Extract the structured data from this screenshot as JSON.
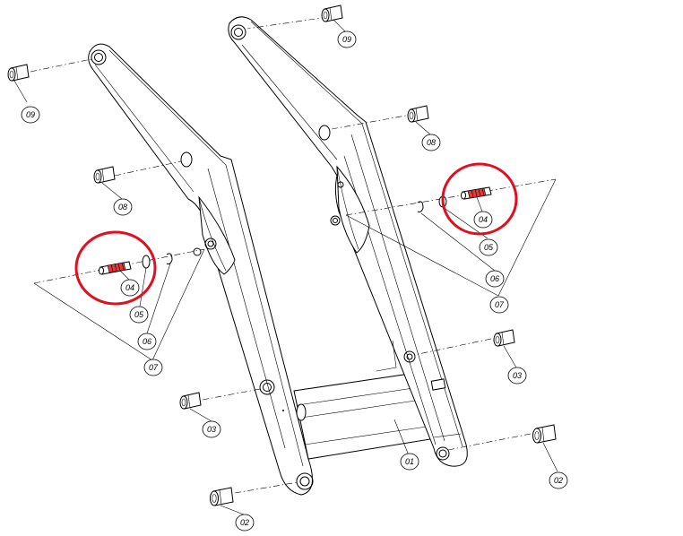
{
  "diagram": {
    "callouts": {
      "c01": "01",
      "c02a": "02",
      "c02b": "02",
      "c03a": "03",
      "c03b": "03",
      "c04a": "04",
      "c04b": "04",
      "c05a": "05",
      "c05b": "05",
      "c06a": "06",
      "c06b": "06",
      "c07a": "07",
      "c07b": "07",
      "c08a": "08",
      "c08b": "08",
      "c09a": "09",
      "c09b": "09"
    },
    "colors": {
      "line": "#000000",
      "highlight": "#e0101e",
      "spring": "#e23a3a"
    }
  }
}
